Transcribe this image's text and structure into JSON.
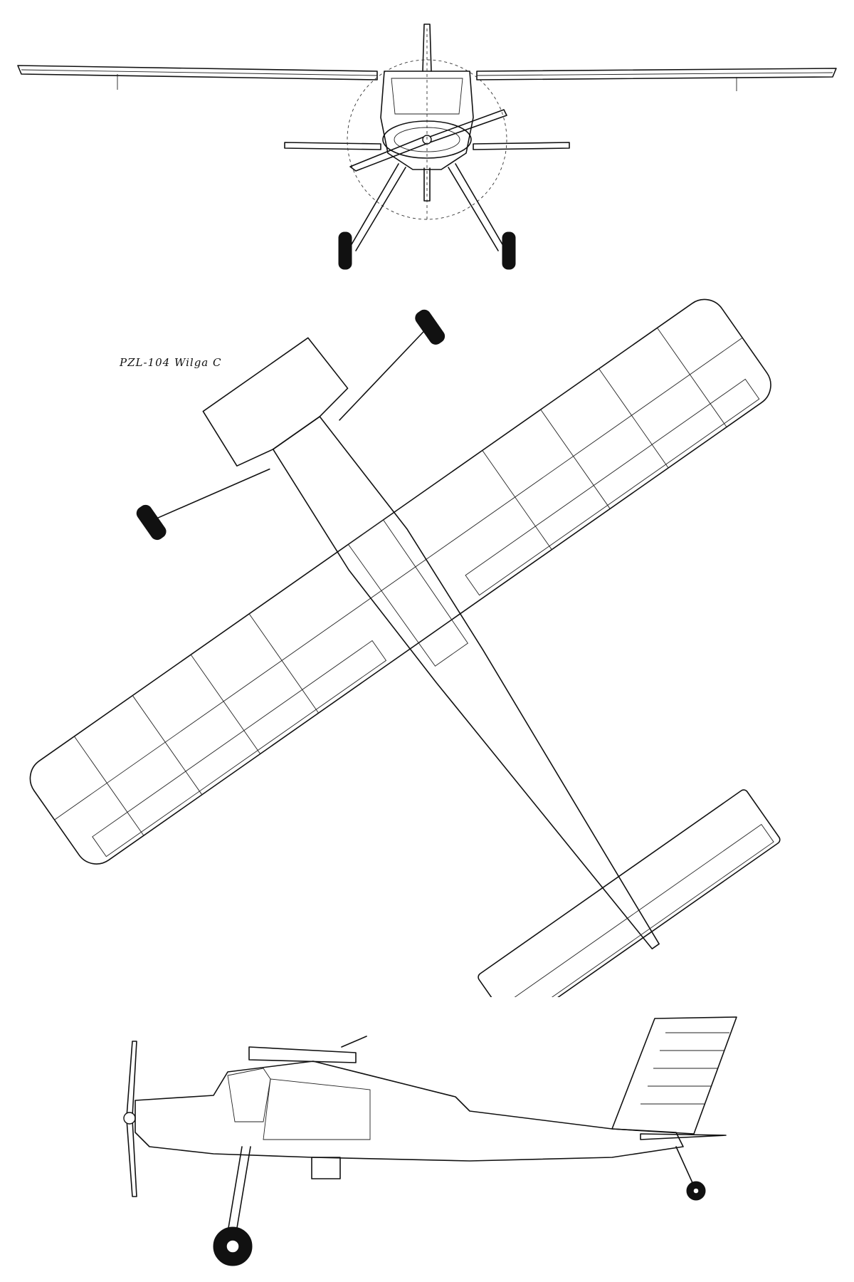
{
  "caption": "PZL-104 Wilga C",
  "colors": {
    "ink": "#111111",
    "paper": "#ffffff"
  },
  "views": [
    {
      "name": "front-view"
    },
    {
      "name": "top-view"
    },
    {
      "name": "side-view"
    }
  ]
}
